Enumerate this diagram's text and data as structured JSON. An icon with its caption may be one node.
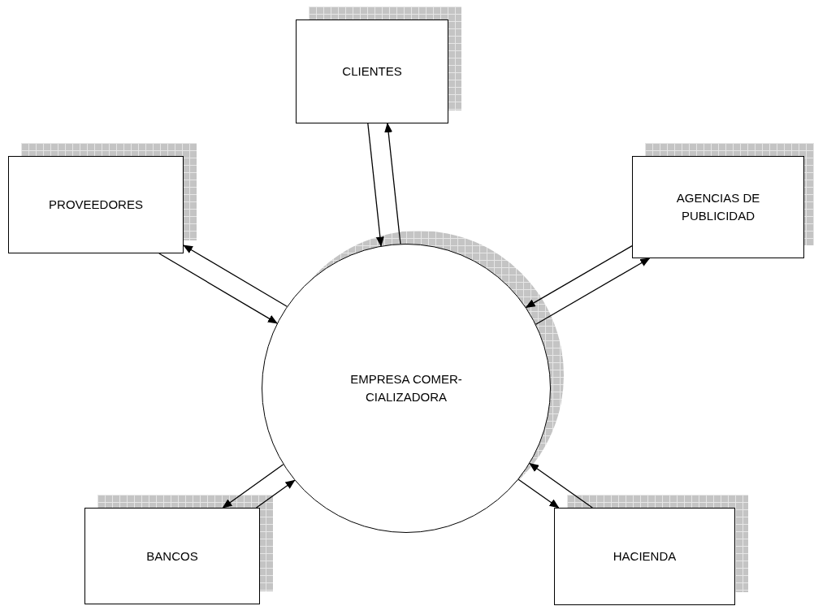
{
  "diagram": {
    "nodes": [
      {
        "text": [
          "CLIENTES"
        ]
      },
      {
        "text": [
          "PROVEEDORES"
        ]
      },
      {
        "text": [
          "AGENCIAS DE PUBLICIDAD"
        ]
      },
      {
        "text": [
          "EMPRESA COMER-CIALIZADORA"
        ]
      },
      {
        "text": [
          "BANCOS"
        ]
      },
      {
        "text": [
          "HACIENDA"
        ]
      }
    ],
    "edges": [
      {
        "from": 3,
        "to": 0,
        "arrow": "to"
      },
      {
        "from": 0,
        "to": 3,
        "arrow": "to"
      },
      {
        "from": 3,
        "to": 1,
        "arrow": "to"
      },
      {
        "from": 1,
        "to": 3,
        "arrow": "to"
      },
      {
        "from": 3,
        "to": 2,
        "arrow": "to"
      },
      {
        "from": 2,
        "to": 3,
        "arrow": "to"
      },
      {
        "from": 3,
        "to": 4,
        "arrow": "to"
      },
      {
        "from": 4,
        "to": 3,
        "arrow": "to"
      },
      {
        "from": 3,
        "to": 5,
        "arrow": "to"
      },
      {
        "from": 5,
        "to": 3,
        "arrow": "to"
      }
    ]
  }
}
